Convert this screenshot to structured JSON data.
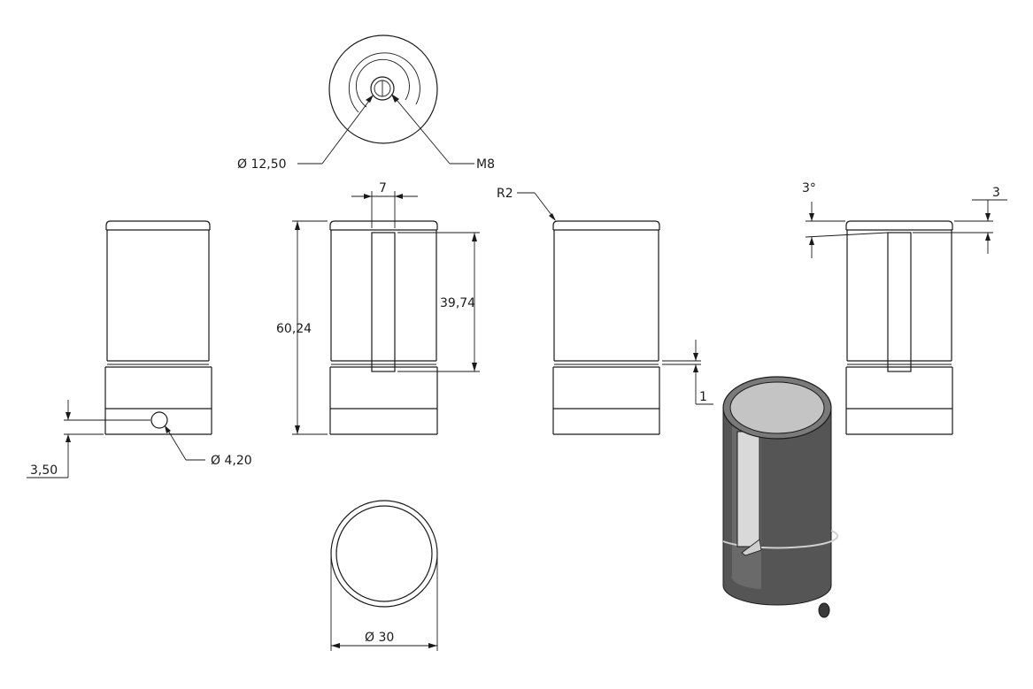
{
  "dimensions": {
    "hole_diameter": "Ø 12,50",
    "thread": "M8",
    "slot_width": "7",
    "overall_height": "60,24",
    "slot_length": "39,74",
    "fillet_radius": "R2",
    "angle": "3°",
    "top_offset": "3",
    "gap": "1",
    "pin_height": "3,50",
    "pin_hole_diameter": "Ø 4,20",
    "outer_diameter": "Ø 30"
  },
  "colors": {
    "line": "#1a1a1a",
    "shade_dark": "#555555",
    "shade_mid": "#7a7a7a",
    "shade_light": "#cfcfcf"
  }
}
